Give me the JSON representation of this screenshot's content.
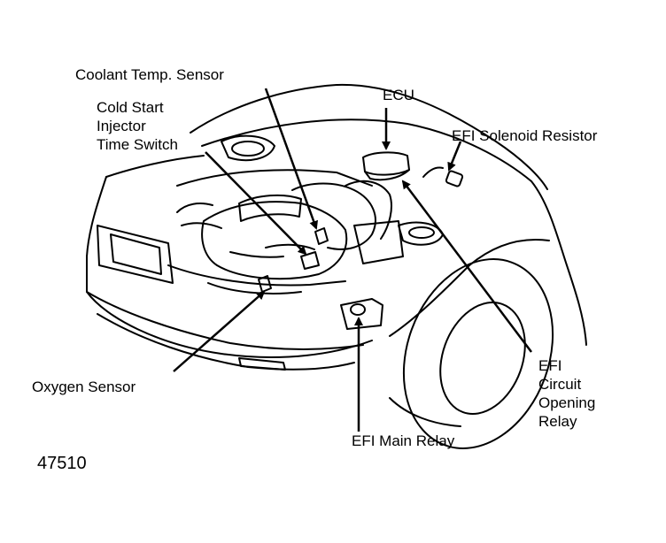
{
  "diagram": {
    "labels": {
      "coolant_temp_sensor": "Coolant Temp. Sensor",
      "cold_start_line1": "Cold Start",
      "cold_start_line2": "Injector",
      "cold_start_line3": "Time Switch",
      "ecu": "ECU",
      "efi_solenoid_resistor": "EFI Solenoid Resistor",
      "oxygen_sensor": "Oxygen Sensor",
      "efi_main_relay": "EFI Main Relay",
      "efi_circuit_line1": "EFI",
      "efi_circuit_line2": "Circuit",
      "efi_circuit_line3": "Opening",
      "efi_circuit_line4": "Relay"
    },
    "figure_number": "47510"
  }
}
